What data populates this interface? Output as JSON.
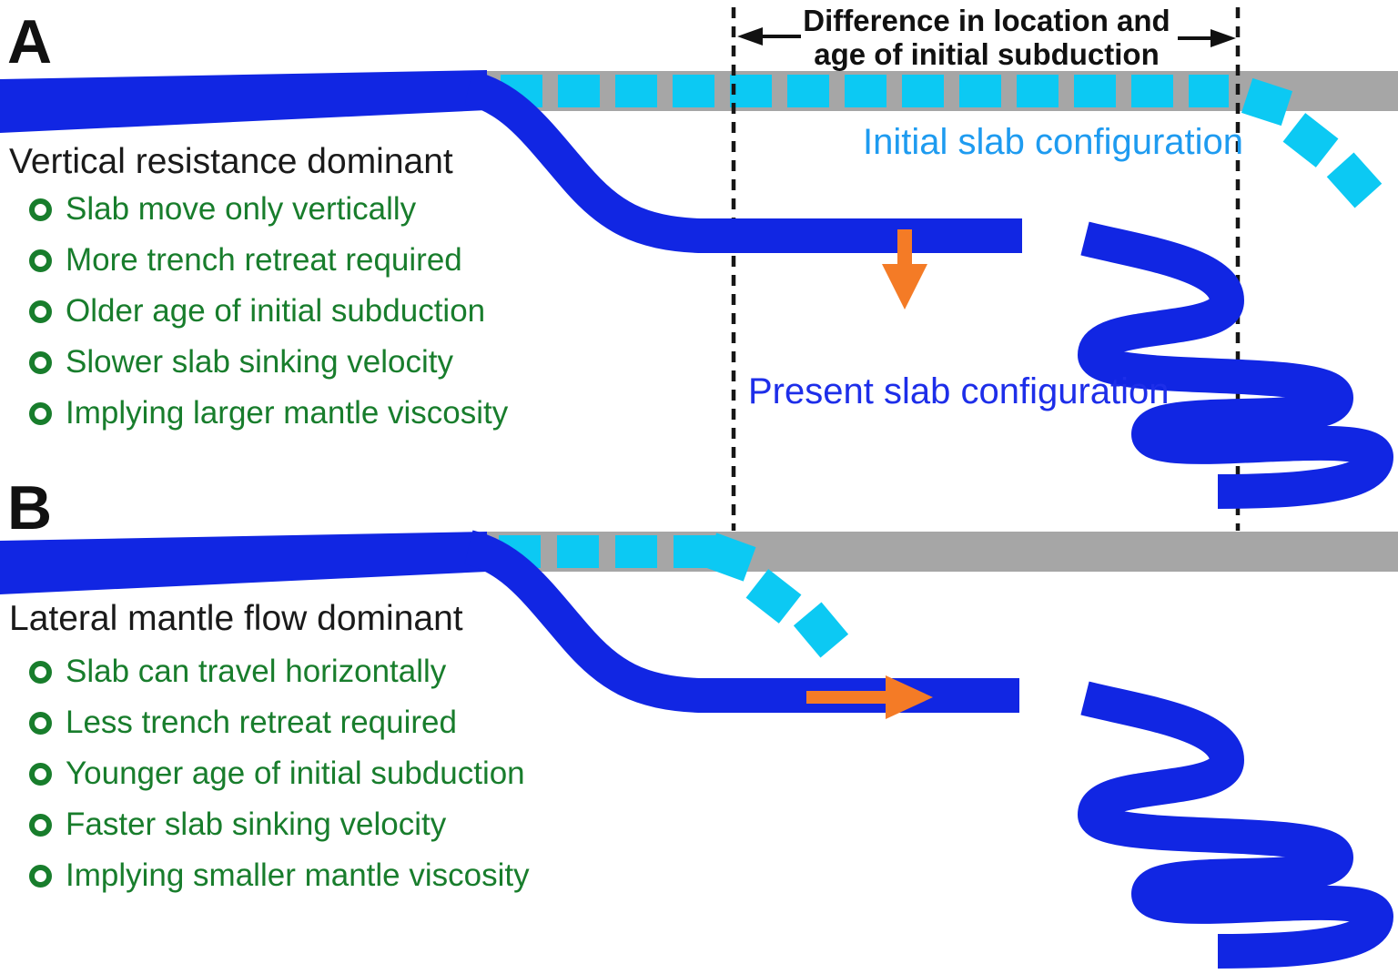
{
  "figure": {
    "panel_a": {
      "label": "A",
      "title": "Vertical resistance dominant",
      "bullets": [
        "Slab move only vertically",
        "More trench retreat required",
        "Older age of initial subduction",
        "Slower slab sinking velocity",
        "Implying larger mantle viscosity"
      ]
    },
    "panel_b": {
      "label": "B",
      "title": "Lateral mantle flow dominant",
      "bullets": [
        "Slab can travel horizontally",
        "Less trench retreat required",
        "Younger age of initial subduction",
        "Faster slab sinking velocity",
        "Implying smaller mantle viscosity"
      ]
    },
    "annotations": {
      "difference_label_line1": "Difference in location and",
      "difference_label_line2": "age of initial subduction",
      "initial_slab_label": "Initial slab configuration",
      "present_slab_label": "Present slab configuration"
    },
    "colors": {
      "slab_blue": "#1126e3",
      "initial_slab_cyan": "#0cc9f3",
      "initial_label_blue": "#1e9bf0",
      "present_label_blue": "#1d2ee9",
      "bullet_green": "#187d2c",
      "surface_gray": "#a6a6a6",
      "arrow_orange": "#f47b26",
      "annotation_black": "#161616"
    },
    "icons": {
      "down_arrow": "sinking-direction-arrow-icon",
      "right_arrow": "lateral-flow-arrow-icon",
      "left_range_arrow": "range-left-arrow-icon",
      "right_range_arrow": "range-right-arrow-icon",
      "bullet_ring": "bullet-ring-icon"
    }
  }
}
